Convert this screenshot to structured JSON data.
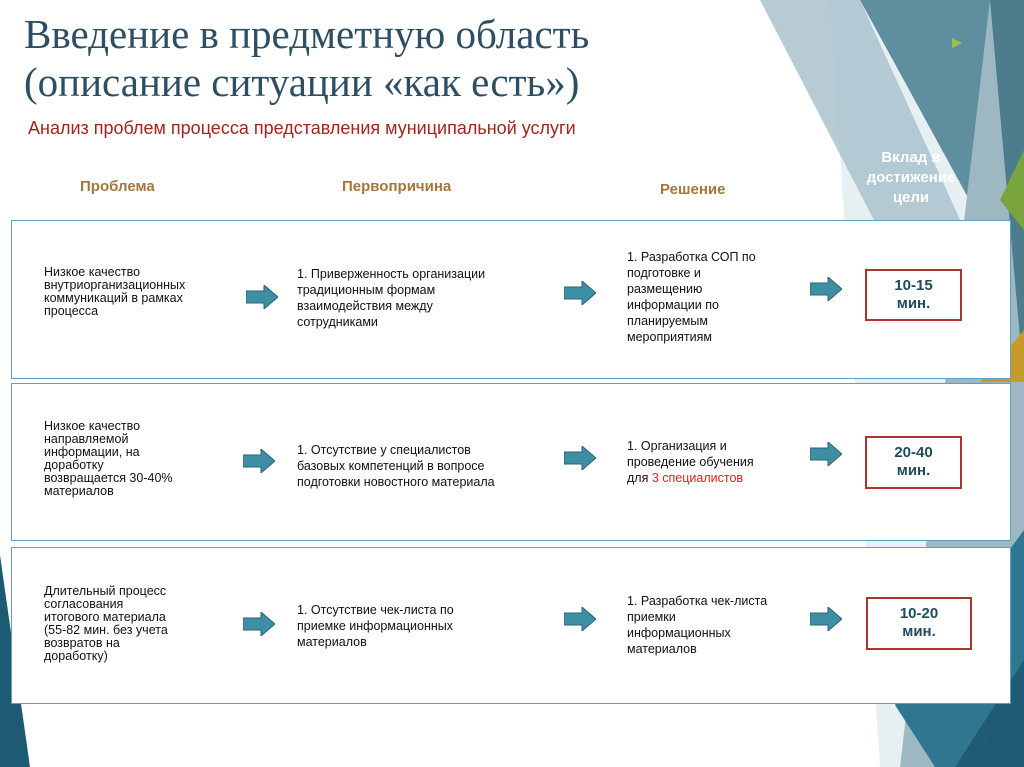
{
  "title_line1": "Введение в предметную область",
  "title_line2": "(описание ситуации «как есть»)",
  "subtitle": "Анализ проблем процесса представления муниципальной услуги",
  "columns": {
    "problem": "Проблема",
    "cause": "Первопричина",
    "solution": "Решение",
    "contribution_line1": "Вклад в",
    "contribution_line2": "достижение",
    "contribution_line3": "цели"
  },
  "rows": [
    {
      "problem": [
        "Низкое качество",
        "внутриорганизационных",
        "коммуникаций в рамках",
        "процесса"
      ],
      "cause": [
        "1. Приверженность организации",
        "традиционным формам",
        "взаимодействия между",
        "сотрудниками"
      ],
      "solution": [
        "1. Разработка СОП по",
        "подготовке и",
        "размещению",
        "информации по",
        "планируемым",
        "мероприятиям"
      ],
      "solution_prefix": "",
      "solution_highlight": "",
      "contribution_line1": "10-15",
      "contribution_line2": "мин."
    },
    {
      "problem": [
        "Низкое качество",
        "направляемой",
        "информации, на",
        "доработку",
        "возвращается 30-40%",
        "материалов"
      ],
      "cause": [
        "1. Отсутствие у специалистов",
        "базовых компетенций в вопросе",
        "подготовки новостного материала"
      ],
      "solution": [
        "1. Организация и",
        "проведение обучения"
      ],
      "solution_prefix": "для ",
      "solution_highlight": "3 специалистов",
      "contribution_line1": "20-40",
      "contribution_line2": "мин."
    },
    {
      "problem": [
        "Длительный процесс",
        "согласования",
        "итогового материала",
        "(55-82 мин. без учета",
        "возвратов на",
        "доработку)"
      ],
      "cause": [
        "1. Отсутствие чек-листа по",
        "приемке информационных",
        "материалов"
      ],
      "solution": [
        "1. Разработка чек-листа",
        "приемки",
        "информационных",
        "материалов"
      ],
      "solution_prefix": "",
      "solution_highlight": "",
      "contribution_line1": "10-20",
      "contribution_line2": "мин."
    }
  ],
  "page_number": "7",
  "colors": {
    "title": "#2e4f63",
    "subtitle": "#a3241d",
    "column_header": "#a4773a",
    "arrow": "#3e8ea4",
    "badge_border": "#b03231",
    "accent_gold": "#c79a2a"
  }
}
